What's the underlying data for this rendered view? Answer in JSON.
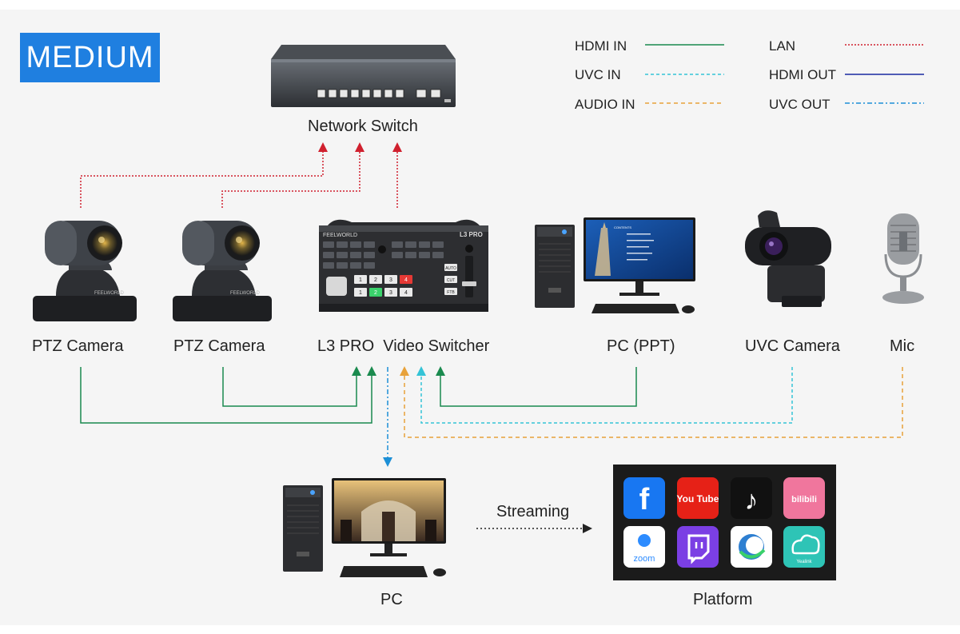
{
  "badge": "MEDIUM",
  "legend": {
    "hdmi_in": "HDMI IN",
    "uvc_in": "UVC IN",
    "audio_in": "AUDIO IN",
    "lan": "LAN",
    "hdmi_out": "HDMI OUT",
    "uvc_out": "UVC OUT"
  },
  "devices": {
    "network_switch": "Network Switch",
    "ptz_camera_1": "PTZ Camera",
    "ptz_camera_2": "PTZ Camera",
    "video_switcher": "L3 PRO  Video Switcher",
    "pc_ppt": "PC (PPT)",
    "uvc_camera": "UVC Camera",
    "mic": "Mic",
    "pc": "PC",
    "platform": "Platform"
  },
  "device_brand": {
    "switcher_brand": "FEELWORLD",
    "switcher_model": "L3 PRO",
    "ptz_brand": "FEELWORLD",
    "slide_title": "CONTENTS"
  },
  "switcher_keys": {
    "row1": [
      "1",
      "2",
      "3",
      "4"
    ],
    "row2": [
      "1",
      "2",
      "3",
      "4"
    ],
    "side": [
      "AUTO",
      "CUT",
      "FTB"
    ]
  },
  "streaming_label": "Streaming",
  "platforms": [
    {
      "name": "facebook",
      "label": "f",
      "color": "#1877f2"
    },
    {
      "name": "youtube",
      "label": "You Tube",
      "color": "#e62117"
    },
    {
      "name": "tiktok",
      "label": "♪",
      "color": "#111111"
    },
    {
      "name": "bilibili",
      "label": "bilibili",
      "color": "#f0769d"
    },
    {
      "name": "zoom",
      "label": "zoom",
      "color": "#ffffff"
    },
    {
      "name": "twitch",
      "label": "",
      "color": "#7b3fe4"
    },
    {
      "name": "wirecast",
      "label": "",
      "color": "#ffffff"
    },
    {
      "name": "yealink",
      "label": "Yealink",
      "color": "#2ec4b6"
    }
  ],
  "colors": {
    "hdmi_in": "#1a8a4e",
    "uvc_in": "#34c3d6",
    "audio_in": "#e8a23a",
    "lan": "#d0202e",
    "hdmi_out": "#1a2aa0",
    "uvc_out": "#1c8fd6",
    "badge": "#1f7fe0"
  }
}
